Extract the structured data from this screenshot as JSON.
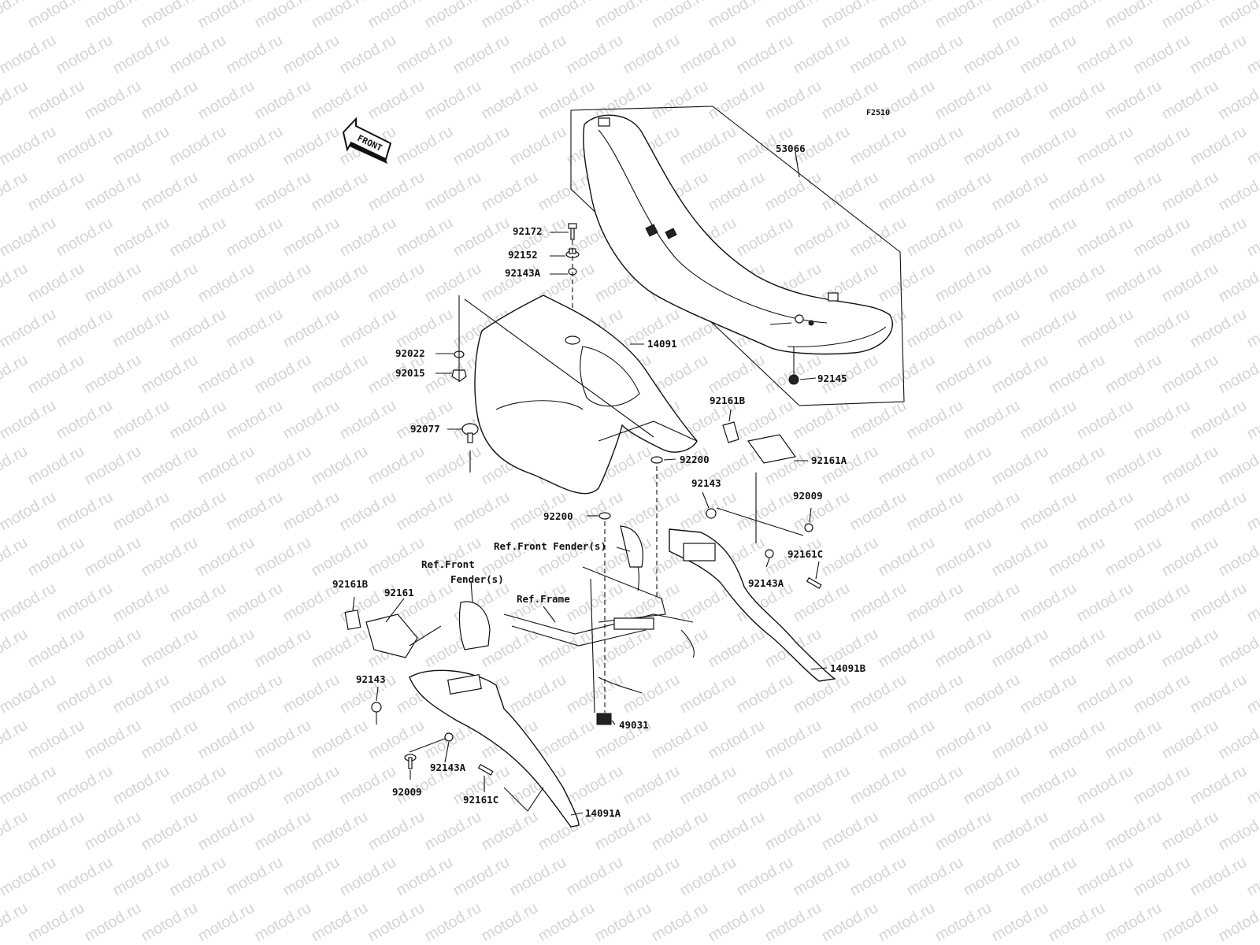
{
  "diagram": {
    "figure_code": "F2510",
    "front_arrow": {
      "label": "FRONT",
      "icon": "front-direction-arrow-icon"
    },
    "watermark": {
      "text": "motod.ru",
      "color": "#d4d4d4"
    },
    "line_color": "#111111",
    "labels": {
      "p53066": "53066",
      "p92172": "92172",
      "p92152": "92152",
      "p92143A_top": "92143A",
      "p14091": "14091",
      "p92022": "92022",
      "p92015": "92015",
      "p92077": "92077",
      "p92145": "92145",
      "p92161B_right": "92161B",
      "p92161A": "92161A",
      "p92200_right": "92200",
      "p92200_left": "92200",
      "p92143_right": "92143",
      "p92009_right": "92009",
      "ref_front_fender_right": "Ref.Front Fender(s)",
      "p92161C_right": "92161C",
      "p92143A_right": "92143A",
      "ref_front_fender_left_1": "Ref.Front",
      "ref_front_fender_left_2": "Fender(s)",
      "ref_frame": "Ref.Frame",
      "p92161B_left": "92161B",
      "p92161": "92161",
      "p14091B": "14091B",
      "p92143_left": "92143",
      "p49031": "49031",
      "p92143A_left": "92143A",
      "p92009_left": "92009",
      "p92161C_left": "92161C",
      "p14091A": "14091A"
    }
  }
}
